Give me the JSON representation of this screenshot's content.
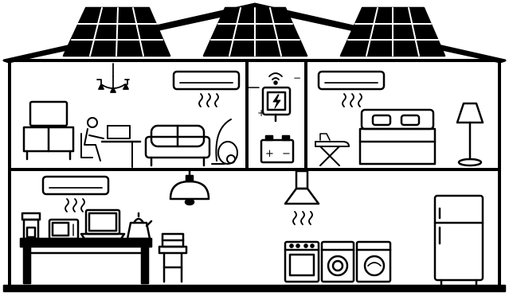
{
  "scene": {
    "subject": "smart-home-cross-section",
    "colors": {
      "ink": "#000000",
      "paper": "#ffffff"
    },
    "solar_panels": [
      {
        "name": "solar-panel-left",
        "rows": 3,
        "cols": 4
      },
      {
        "name": "solar-panel-center",
        "rows": 3,
        "cols": 4
      },
      {
        "name": "solar-panel-right",
        "rows": 3,
        "cols": 4
      }
    ],
    "rooms": [
      {
        "name": "living-room",
        "items": [
          "chandelier-icon",
          "air-conditioner-icon",
          "tv-icon",
          "person-at-laptop-icon",
          "sofa-icon",
          "vacuum-cleaner-icon"
        ]
      },
      {
        "name": "utility-room",
        "items": [
          "smart-energy-hub-icon",
          "battery-icon"
        ]
      },
      {
        "name": "bedroom",
        "items": [
          "air-conditioner-icon",
          "ironing-board-icon",
          "bed-icon",
          "floor-lamp-icon"
        ]
      },
      {
        "name": "kitchen",
        "items": [
          "air-conditioner-icon",
          "pendant-lamp-icon",
          "range-hood-icon",
          "coffee-maker-icon",
          "microwave-icon",
          "laptop-icon",
          "kettle-icon",
          "table-icon",
          "chair-icon",
          "oven-icon",
          "washing-machine-icon",
          "dishwasher-icon",
          "refrigerator-icon"
        ]
      }
    ],
    "battery_terminals": {
      "plus": "+",
      "minus": "−"
    },
    "hub_terminals": {
      "plus": "+",
      "minus": "−"
    }
  }
}
